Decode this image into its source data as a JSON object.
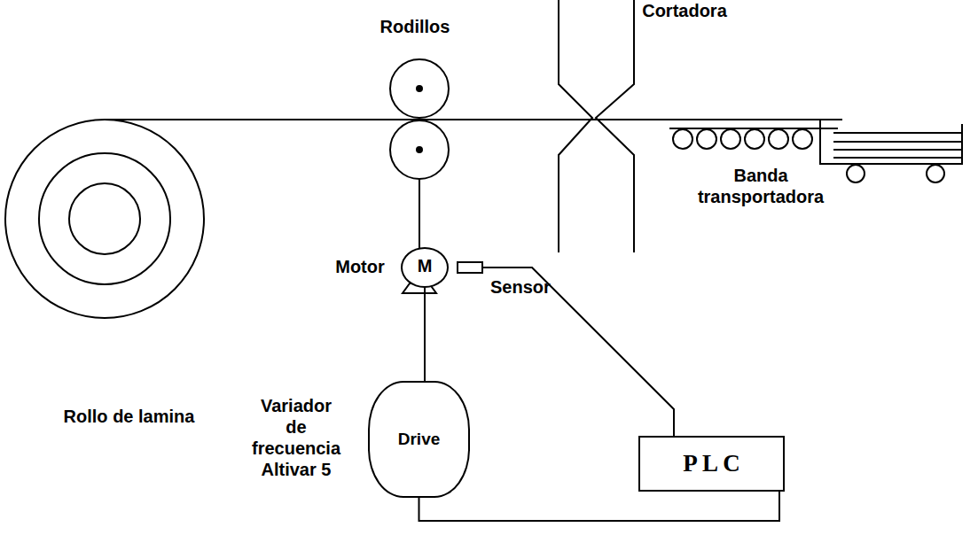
{
  "diagram": {
    "nodes": [
      {
        "text": [
          "M"
        ]
      },
      {
        "text": [
          "Sensor"
        ]
      },
      {
        "text": [
          "Drive"
        ]
      },
      {
        "text": [
          "P L C"
        ]
      }
    ],
    "edges": [
      {
        "from": 0,
        "to": 2,
        "arrow": "none"
      },
      {
        "from": 2,
        "to": 3,
        "arrow": "none"
      },
      {
        "from": 1,
        "to": 3,
        "arrow": "none"
      }
    ],
    "labels": [
      "Cortadora",
      "Rodillos",
      "Banda transportadora",
      "Motor",
      "Rollo de lamina",
      "Variador de frecuencia Altivar 5"
    ]
  }
}
